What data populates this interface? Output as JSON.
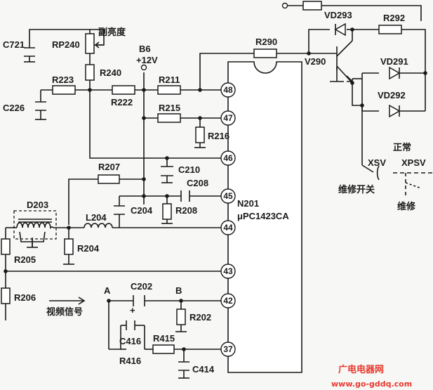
{
  "chip": {
    "ref": "N201",
    "part": "μPC1423CA"
  },
  "pins": {
    "p48": "48",
    "p47": "47",
    "p46": "46",
    "p45": "45",
    "p44": "44",
    "p43": "43",
    "p42": "42",
    "p37": "37"
  },
  "components": {
    "C721": "C721",
    "RP240": "RP240",
    "R240": "R240",
    "R223": "R223",
    "C226": "C226",
    "R222": "R222",
    "R211": "R211",
    "R215": "R215",
    "R216": "R216",
    "R290": "R290",
    "V290": "V290",
    "VD293": "VD293",
    "R292": "R292",
    "VD291": "VD291",
    "VD292": "VD292",
    "R207": "R207",
    "C210": "C210",
    "C208": "C208",
    "C204": "C204",
    "R208": "R208",
    "D203": "D203",
    "L204": "L204",
    "R204": "R204",
    "R205": "R205",
    "R206": "R206",
    "C202": "C202",
    "R202": "R202",
    "C416": "C416",
    "R416": "R416",
    "R415": "R415",
    "C414": "C414"
  },
  "labels": {
    "sub_brightness": "副亮度",
    "supply_node": "B6",
    "supply_voltage": "+12V",
    "node_a": "A",
    "node_b": "B",
    "video_signal": "视频信号",
    "normal": "正常",
    "xsv": "XSV",
    "xpsv": "XPSV",
    "service_switch": "维修开关",
    "service": "维修",
    "cap_polarity": "+"
  },
  "watermark": {
    "site_name": "广电电器网",
    "site_url": "www.go-gddq.com"
  },
  "colors": {
    "ink": "#1a1a1a",
    "paper": "#f7f7f5",
    "watermark": "#e8382d"
  }
}
